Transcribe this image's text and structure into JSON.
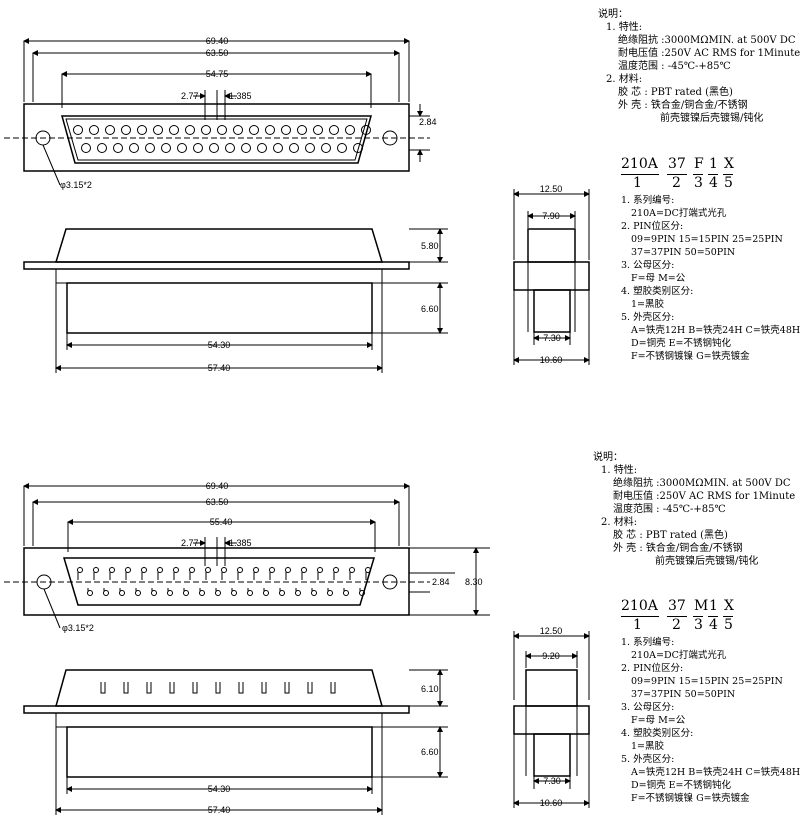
{
  "panels": [
    {
      "dims": {
        "overall": "69.40",
        "mount": "63.50",
        "shell": "54.75",
        "pitch": "2.77",
        "offset": "1.385",
        "height": "2.84",
        "hole": "φ3.15*2",
        "side_depth": "5.80",
        "side_height": "6.60",
        "side_inner": "54.30",
        "side_outer": "57.40",
        "end_top": "12.50",
        "end_mid": "7.90",
        "end_bot_inner": "7.30",
        "end_bot": "10.60",
        "face_height": ""
      },
      "notes": {
        "title": "说明：",
        "sec1": "1. 特性:",
        "f1": "绝缘阻抗 :3000MΩMIN. at 500V DC",
        "f2": "耐电压值 :250V AC RMS for 1Minute",
        "f3": "温度范围 : -45℃-+85℃",
        "sec2": "2. 材料:",
        "m1": "胶  芯 : PBT rated (黑色)",
        "m2": "外  壳 : 铁合金/铜合金/不锈钢",
        "m3": "前壳镀镍后壳镀锡/钝化"
      },
      "part": {
        "prefix": "210A",
        "pins": "37",
        "gender": "F",
        "plastic": "1",
        "shell": "X",
        "i1": "1",
        "i2": "2",
        "i3": "3",
        "i4": "4",
        "i5": "5"
      },
      "legend": {
        "l1": "1. 系列编号:",
        "l1a": "210A=DC打端式光孔",
        "l2": "2. PIN位区分:",
        "l2a": "09=9PIN   15=15PIN   25=25PIN",
        "l2b": "37=37PIN   50=50PIN",
        "l3": "3. 公母区分:",
        "l3a": "F=母   M=公",
        "l4": "4. 塑胶类别区分:",
        "l4a": "1=黑胶",
        "l5": "5. 外壳区分:",
        "l5a": "A=铁壳12H   B=铁壳24H   C=铁壳48H",
        "l5b": "D=铜壳     E=不锈钢钝化",
        "l5c": "F=不锈钢镀镍   G=铁壳镀金"
      }
    },
    {
      "dims": {
        "overall": "69.40",
        "mount": "63.50",
        "shell": "55.40",
        "pitch": "2.77",
        "offset": "1.385",
        "height": "2.84",
        "hole": "φ3.15*2",
        "side_depth": "6.10",
        "side_height": "6.60",
        "side_inner": "54.30",
        "side_outer": "57.40",
        "end_top": "12.50",
        "end_mid": "9.20",
        "end_bot_inner": "7.30",
        "end_bot": "10.60",
        "face_height": "8.30"
      },
      "notes": {
        "title": "说明：",
        "sec1": "1. 特性:",
        "f1": "绝缘阻抗 :3000MΩMIN. at 500V DC",
        "f2": "耐电压值 :250V AC RMS for 1Minute",
        "f3": "温度范围 : -45℃-+85℃",
        "sec2": "2. 材料:",
        "m1": "胶  芯 : PBT rated (黑色)",
        "m2": "外  壳 : 铁合金/铜合金/不锈钢",
        "m3": "前壳镀镍后壳镀锡/钝化"
      },
      "part": {
        "prefix": "210A",
        "pins": "37",
        "gender": "M",
        "plastic": "1",
        "shell": "X",
        "i1": "1",
        "i2": "2",
        "i3": "3",
        "i4": "4",
        "i5": "5"
      },
      "legend": {
        "l1": "1. 系列编号:",
        "l1a": "210A=DC打端式光孔",
        "l2": "2. PIN位区分:",
        "l2a": "09=9PIN   15=15PIN   25=25PIN",
        "l2b": "37=37PIN   50=50PIN",
        "l3": "3. 公母区分:",
        "l3a": "F=母   M=公",
        "l4": "4. 塑胶类别区分:",
        "l4a": "1=黑胶",
        "l5": "5. 外壳区分:",
        "l5a": "A=铁壳12H   B=铁壳24H   C=铁壳48H",
        "l5b": "D=铜壳     E=不锈钢钝化",
        "l5c": "F=不锈钢镀镍   G=铁壳镀金"
      }
    }
  ]
}
